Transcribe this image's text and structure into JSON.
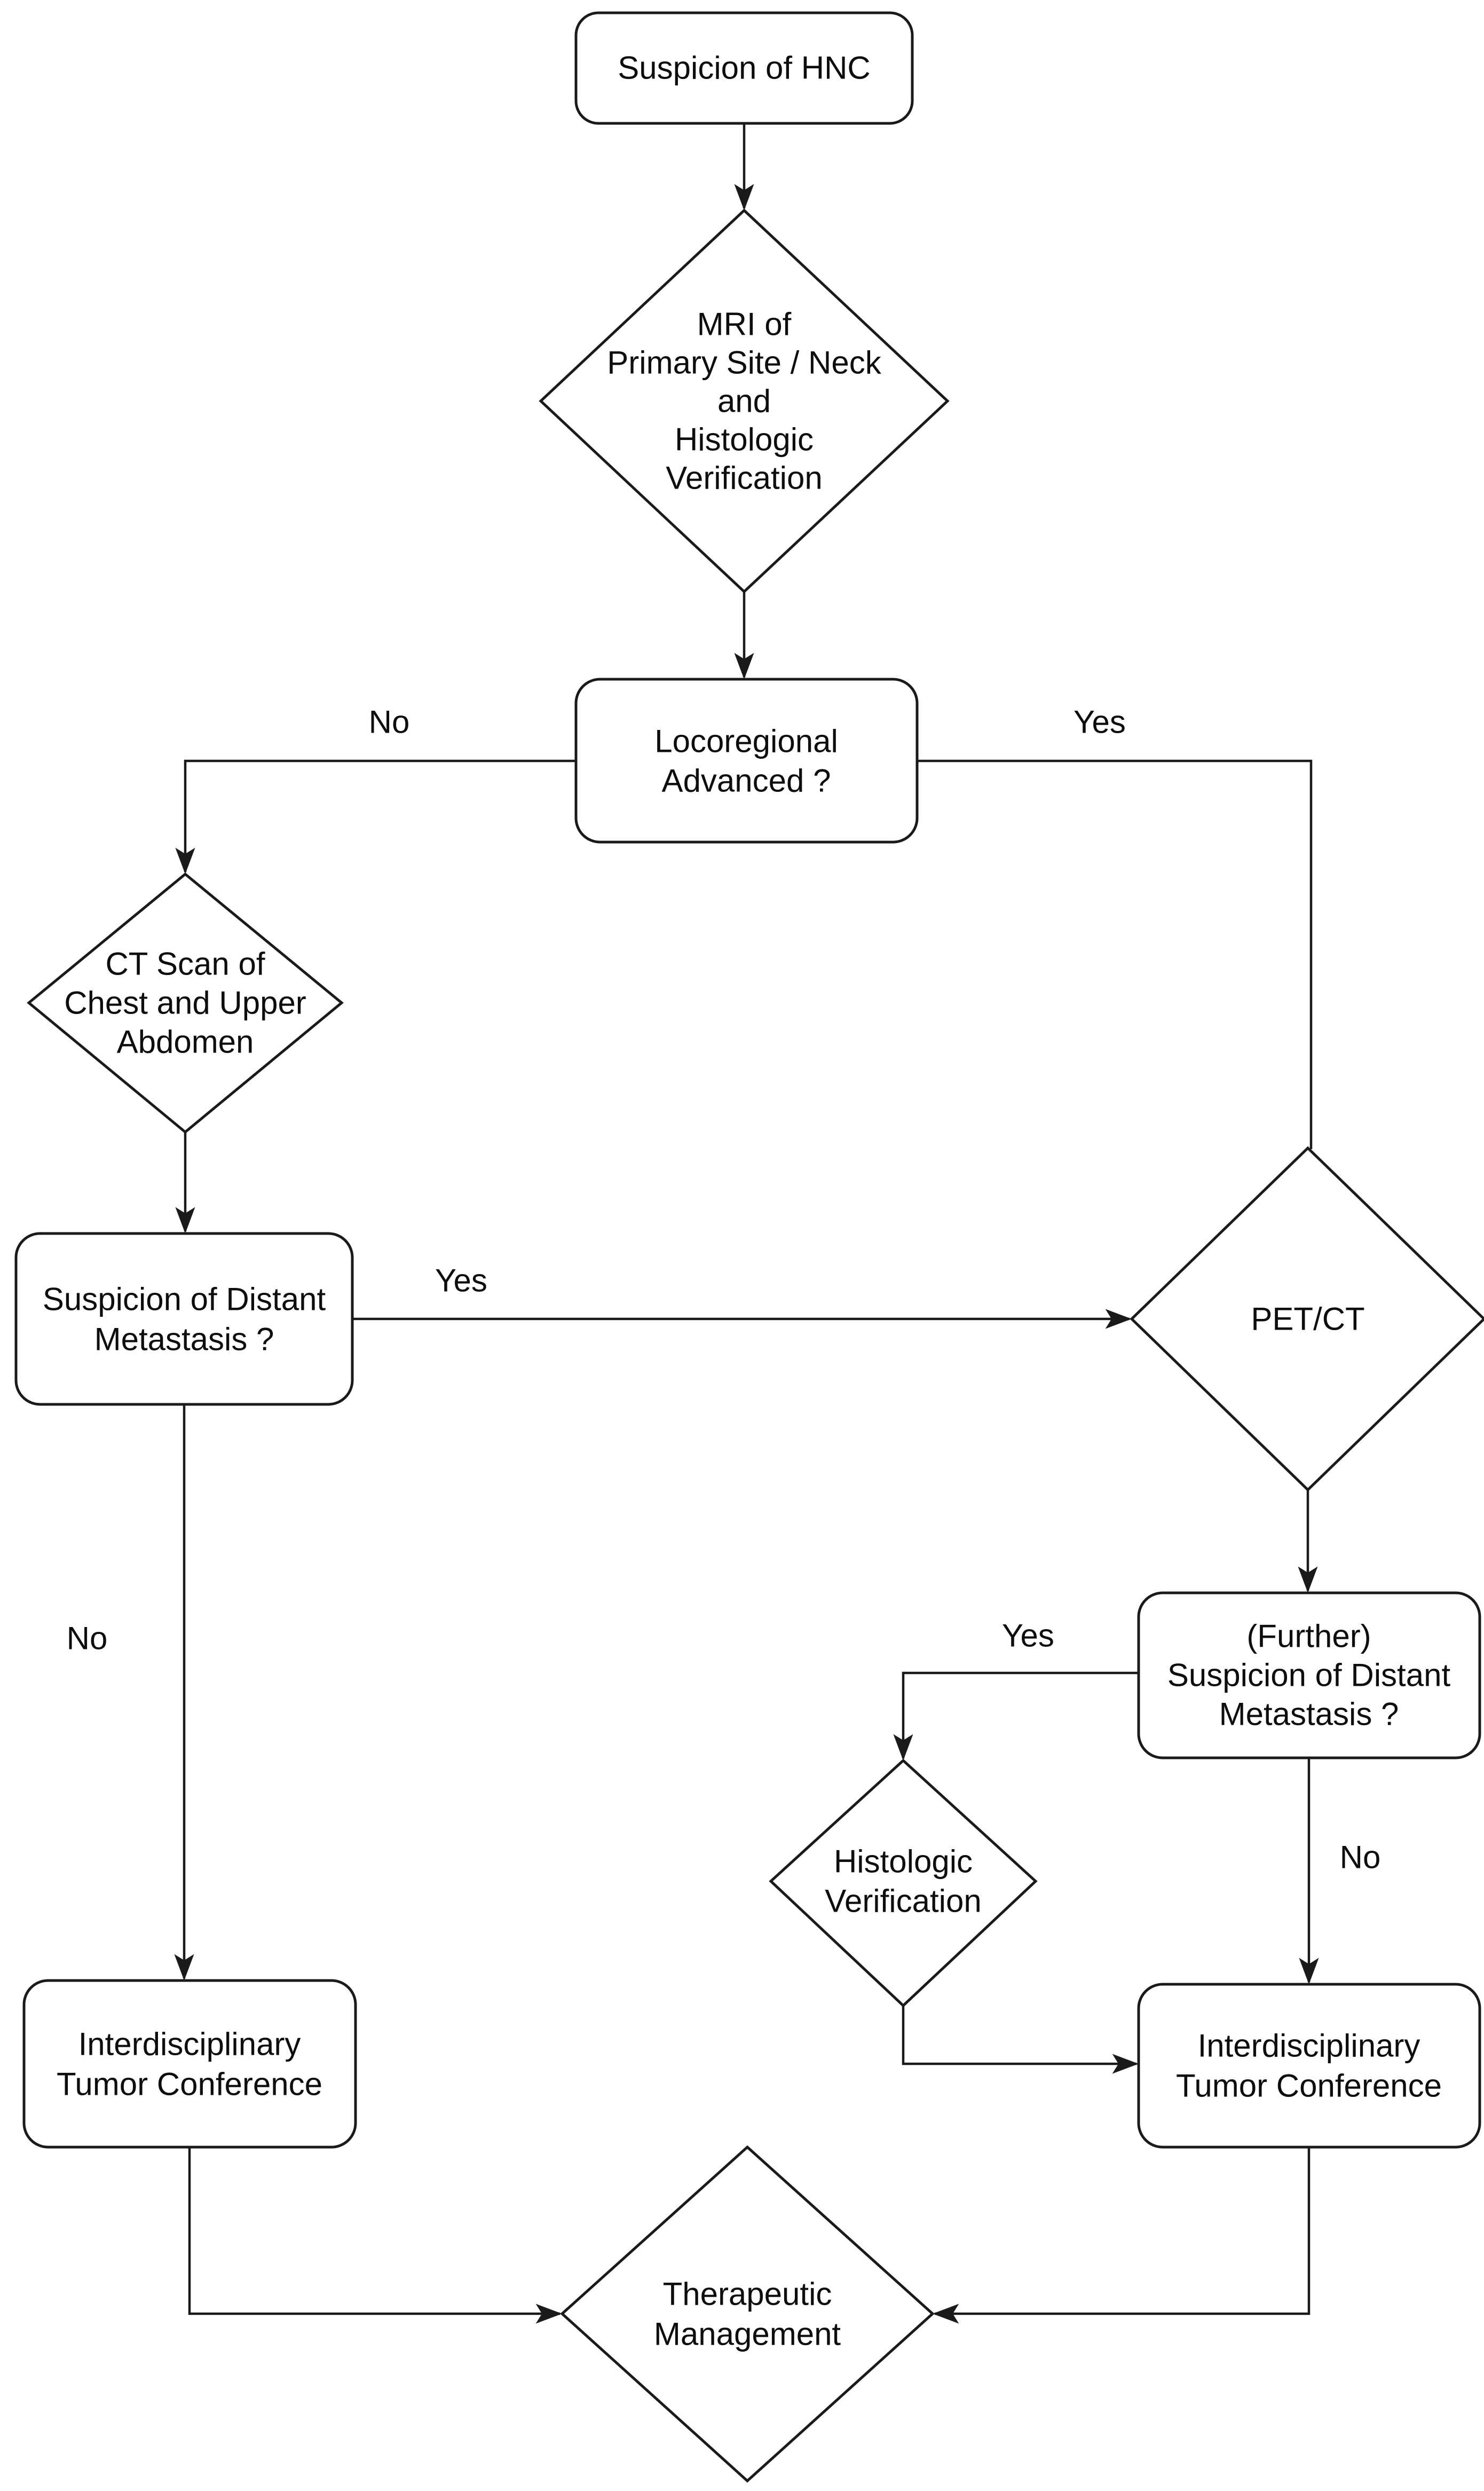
{
  "diagram": {
    "description": "Flowchart of diagnostic workup for suspected head and neck cancer (HNC)",
    "colors": {
      "background": "#ffffff",
      "line": "#1a1a1a",
      "text": "#0d0d0d",
      "node_fill": "#ffffff"
    },
    "nodes": {
      "start": {
        "type": "rounded-rect",
        "lines": [
          "Suspicion of HNC"
        ]
      },
      "mri": {
        "type": "diamond",
        "lines": [
          "MRI of",
          "Primary Site / Neck",
          "and",
          "Histologic",
          "Verification"
        ]
      },
      "locoregional": {
        "type": "rounded-rect",
        "lines": [
          "Locoregional",
          "Advanced ?"
        ]
      },
      "ct_scan": {
        "type": "diamond",
        "lines": [
          "CT Scan of",
          "Chest and Upper",
          "Abdomen"
        ]
      },
      "suspicion_distant": {
        "type": "rounded-rect",
        "lines": [
          "Suspicion of Distant",
          "Metastasis ?"
        ]
      },
      "pet_ct": {
        "type": "diamond",
        "lines": [
          "PET/CT"
        ]
      },
      "further_suspicion": {
        "type": "rounded-rect",
        "lines": [
          "(Further)",
          "Suspicion of Distant",
          "Metastasis ?"
        ]
      },
      "histologic_verification": {
        "type": "diamond",
        "lines": [
          "Histologic",
          "Verification"
        ]
      },
      "tumor_conference_left": {
        "type": "rounded-rect",
        "lines": [
          "Interdisciplinary",
          "Tumor Conference"
        ]
      },
      "tumor_conference_right": {
        "type": "rounded-rect",
        "lines": [
          "Interdisciplinary",
          "Tumor Conference"
        ]
      },
      "therapeutic": {
        "type": "diamond",
        "lines": [
          "Therapeutic",
          "Management"
        ]
      }
    },
    "edge_labels": {
      "locoregional_no": "No",
      "locoregional_yes": "Yes",
      "suspicion_yes": "Yes",
      "suspicion_no": "No",
      "further_yes": "Yes",
      "further_no": "No"
    }
  }
}
